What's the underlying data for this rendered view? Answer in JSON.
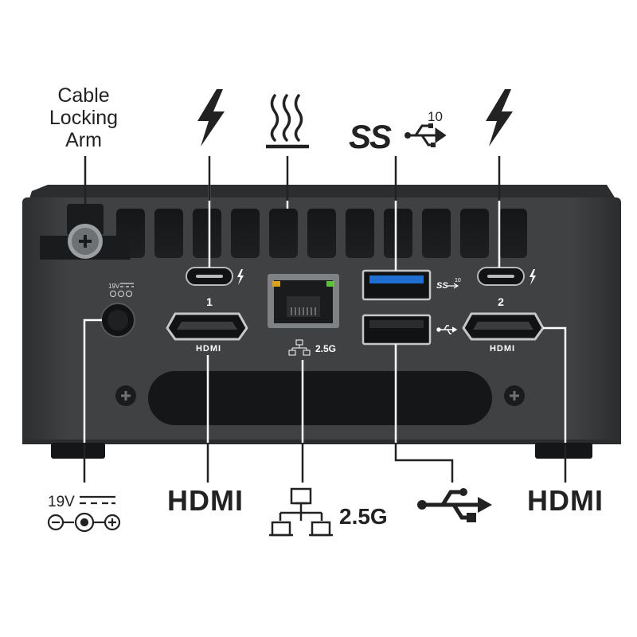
{
  "title_callouts": {
    "cable_lock": [
      "Cable",
      "Locking",
      "Arm"
    ],
    "usb_superspeed_rate": "10"
  },
  "panel": {
    "tb_port_1_number": "1",
    "tb_port_2_number": "2",
    "dc_rating": "19V",
    "hdmi_logo_small": "HDMI",
    "lan_speed_small": "2.5G",
    "usb_ss_rate_small": "10",
    "ss_logo_small": "SS"
  },
  "bottom_callouts": {
    "dc_rating": "19V",
    "hdmi_left": "HDMI",
    "lan_speed": "2.5G",
    "hdmi_right": "HDMI"
  },
  "top_logo": {
    "ss_text": "SS"
  },
  "colors": {
    "chassis": "#3a3c3e",
    "chassis_top": "#4a4c4e",
    "usb3_blue": "#1f6fd1",
    "lan_led_amber": "#d9a21a",
    "lan_led_green": "#5cc23a",
    "callout_line": "#222222"
  }
}
